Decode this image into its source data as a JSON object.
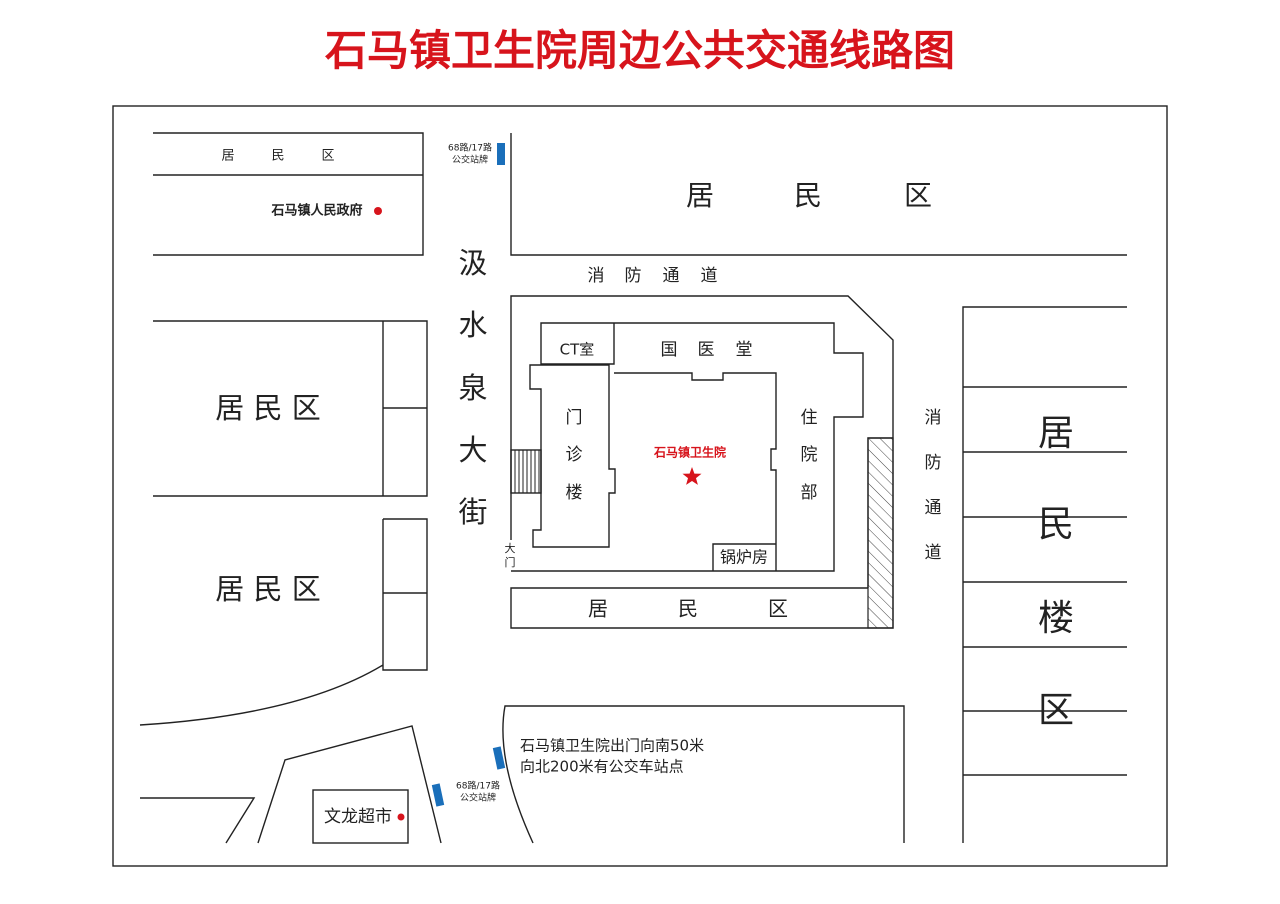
{
  "title": "石马镇卫生院周边公共交通线路图",
  "colors": {
    "title": "#d7141c",
    "bus_stop": "#1a6fba",
    "marker": "#d7141c"
  },
  "residential_top_left": {
    "chars": [
      "居",
      "民",
      "区"
    ]
  },
  "government": "石马镇人民政府",
  "bus_stop_label": {
    "line1": "68路/17路",
    "line2": "公交站牌"
  },
  "residential_top": {
    "chars": [
      "居",
      "民",
      "区"
    ]
  },
  "fire_lane_top": {
    "chars": [
      "消",
      "防",
      "通",
      "道"
    ]
  },
  "street": {
    "chars": [
      "汲",
      "水",
      "泉",
      "大",
      "街"
    ]
  },
  "residential_left_1": "居 民 区",
  "residential_left_2": "居 民 区",
  "hospital": {
    "name": "石马镇卫生院",
    "ct_room": "CT室",
    "tcm_hall": {
      "chars": [
        "国",
        "医",
        "堂"
      ]
    },
    "outpatient": {
      "chars": [
        "门",
        "诊",
        "楼"
      ]
    },
    "inpatient": {
      "chars": [
        "住",
        "院",
        "部"
      ]
    },
    "boiler_room": "锅炉房",
    "gate": {
      "chars": [
        "大",
        "门"
      ]
    }
  },
  "residential_bottom": {
    "chars": [
      "居",
      "民",
      "区"
    ]
  },
  "fire_lane_right": {
    "chars": [
      "消",
      "防",
      "通",
      "道"
    ]
  },
  "residential_buildings": {
    "chars": [
      "居",
      "民",
      "楼",
      "区"
    ]
  },
  "supermarket": "文龙超市",
  "note": {
    "line1": "石马镇卫生院出门向南50米",
    "line2": "向北200米有公交车站点"
  }
}
